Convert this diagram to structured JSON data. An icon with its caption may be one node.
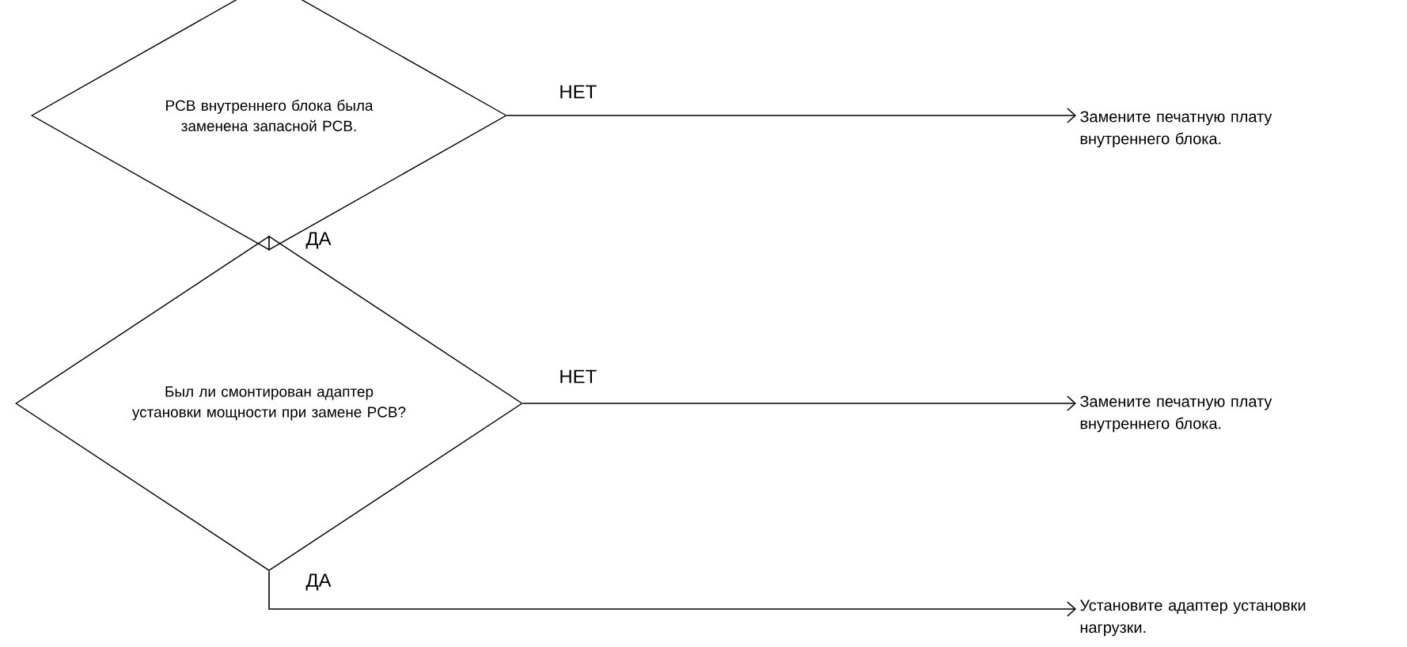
{
  "diagram": {
    "nodes": [
      {
        "text": [
          "PCB внутреннего блока была заменена запасной PCB."
        ]
      },
      {
        "text": [
          "Замените печатную плату внутреннего блока."
        ]
      },
      {
        "text": [
          "Был ли смонтирован адаптер установки мощности при замене PCB?"
        ]
      },
      {
        "text": [
          "Замените печатную плату внутреннего блока."
        ]
      },
      {
        "text": [
          "Установите адаптер установки нагрузки."
        ]
      }
    ],
    "edges": [
      {
        "from": 0,
        "to": 1,
        "arrow": "to",
        "label": "НЕТ"
      },
      {
        "from": 0,
        "to": 2,
        "arrow": "none",
        "label": "ДА"
      },
      {
        "from": 2,
        "to": 3,
        "arrow": "to",
        "label": "НЕТ"
      },
      {
        "from": 2,
        "to": 4,
        "arrow": "to",
        "label": "ДА"
      }
    ]
  }
}
